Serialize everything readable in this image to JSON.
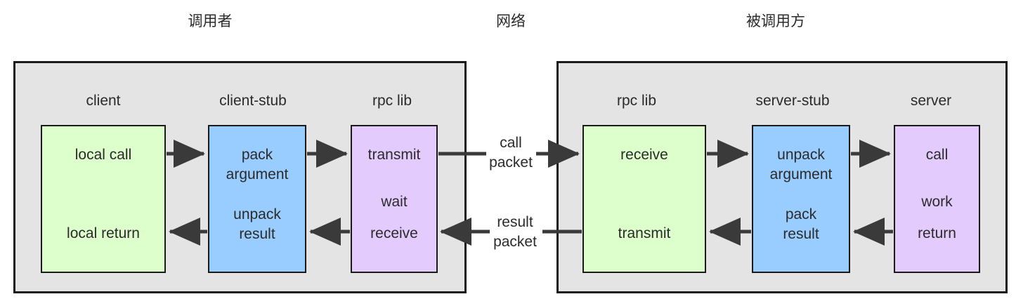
{
  "diagram": {
    "title_caller": "调用者",
    "title_network": "网络",
    "title_callee": "被调用方",
    "colors": {
      "panel_fill": "#e4e4e4",
      "stroke": "#1a1a1a",
      "green": "#ddffcc",
      "blue": "#99ccff",
      "purple": "#e3ccfd",
      "text": "#2b2b2b",
      "background": "#ffffff"
    }
  },
  "caller": {
    "headers": [
      "client",
      "client-stub",
      "rpc lib"
    ],
    "boxes": [
      {
        "name": "client",
        "color": "green",
        "line1": "local call",
        "line2": "",
        "line3": "local return",
        "line4": ""
      },
      {
        "name": "client-stub",
        "color": "blue",
        "line1": "pack",
        "line2": "argument",
        "line3": "unpack",
        "line4": "result"
      },
      {
        "name": "rpc-lib",
        "color": "purple",
        "line1": "transmit",
        "line2": "wait",
        "line3": "receive",
        "line4": ""
      }
    ]
  },
  "network": {
    "call_packet_line1": "call",
    "call_packet_line2": "packet",
    "result_packet_line1": "result",
    "result_packet_line2": "packet"
  },
  "callee": {
    "headers": [
      "rpc lib",
      "server-stub",
      "server"
    ],
    "boxes": [
      {
        "name": "rpc-lib",
        "color": "green",
        "line1": "receive",
        "line2": "",
        "line3": "transmit",
        "line4": ""
      },
      {
        "name": "server-stub",
        "color": "blue",
        "line1": "unpack",
        "line2": "argument",
        "line3": "pack",
        "line4": "result"
      },
      {
        "name": "server",
        "color": "purple",
        "line1": "call",
        "line2": "work",
        "line3": "return",
        "line4": ""
      }
    ]
  }
}
